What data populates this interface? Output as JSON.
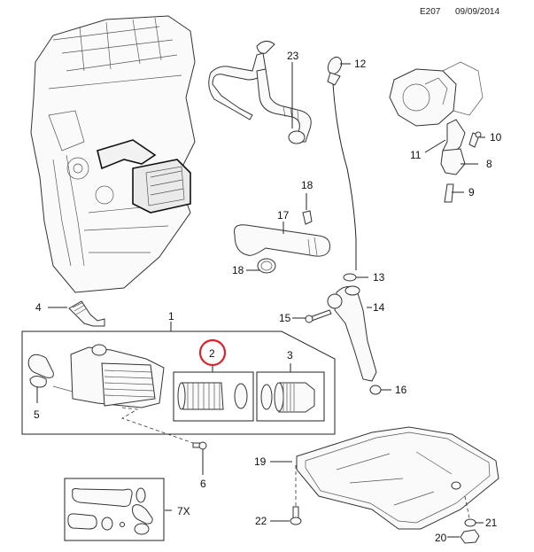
{
  "header": {
    "code": "E207",
    "date": "09/09/2014"
  },
  "highlight_color": "#d9242b",
  "callouts": [
    {
      "id": "1",
      "label": "1"
    },
    {
      "id": "2",
      "label": "2",
      "highlighted": true
    },
    {
      "id": "3",
      "label": "3"
    },
    {
      "id": "4",
      "label": "4"
    },
    {
      "id": "5",
      "label": "5"
    },
    {
      "id": "6",
      "label": "6"
    },
    {
      "id": "7X",
      "label": "7X"
    },
    {
      "id": "8",
      "label": "8"
    },
    {
      "id": "9",
      "label": "9"
    },
    {
      "id": "10",
      "label": "10"
    },
    {
      "id": "11",
      "label": "11"
    },
    {
      "id": "12",
      "label": "12"
    },
    {
      "id": "13",
      "label": "13"
    },
    {
      "id": "14",
      "label": "14"
    },
    {
      "id": "15",
      "label": "15"
    },
    {
      "id": "16",
      "label": "16"
    },
    {
      "id": "17",
      "label": "17"
    },
    {
      "id": "18a",
      "label": "18"
    },
    {
      "id": "18b",
      "label": "18"
    },
    {
      "id": "19",
      "label": "19"
    },
    {
      "id": "20",
      "label": "20"
    },
    {
      "id": "21",
      "label": "21"
    },
    {
      "id": "22",
      "label": "22"
    },
    {
      "id": "23",
      "label": "23"
    }
  ]
}
